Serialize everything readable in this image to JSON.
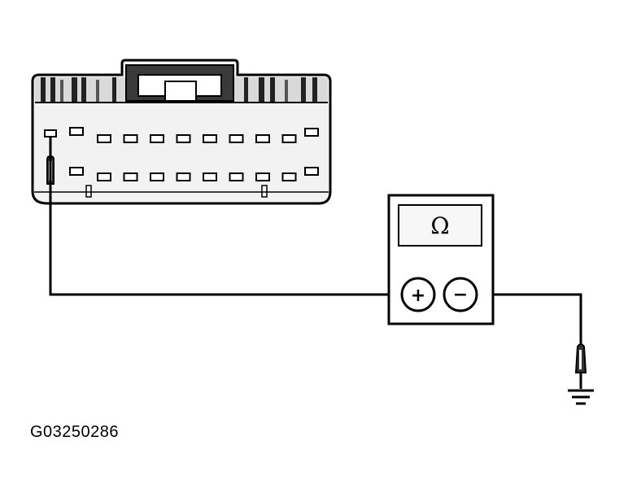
{
  "figure": {
    "id_label": "G03250286"
  },
  "meter": {
    "display_symbol": "Ω",
    "plus_symbol": "+",
    "minus_symbol": "−"
  },
  "colors": {
    "line": "#000000",
    "connector_fill": "#f2f2f2",
    "connector_shade": "#d9d9d9",
    "background": "#ffffff"
  },
  "icons": [
    "connector",
    "multimeter",
    "probe",
    "ground-symbol"
  ]
}
